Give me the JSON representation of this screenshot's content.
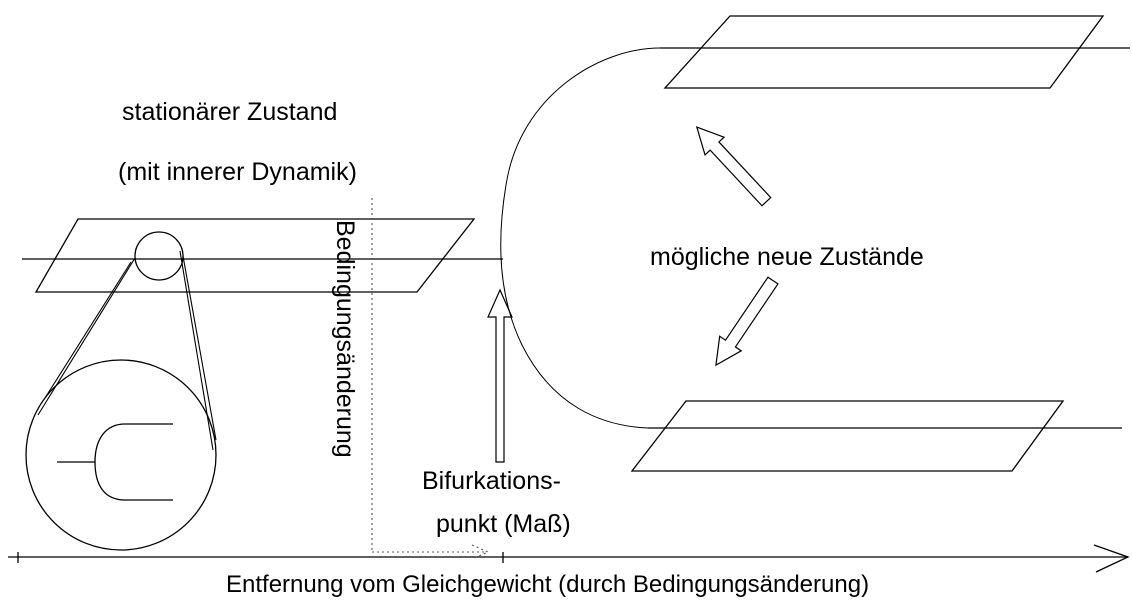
{
  "labels": {
    "stationary_state": "stationärer Zustand",
    "inner_dynamics": "(mit innerer Dynamik)",
    "condition_change": "Bedingungsänderung",
    "possible_new_states": "mögliche neue Zustände",
    "bifurcation_line1": "Bifurkations-",
    "bifurcation_line2": "punkt (Maß)",
    "axis": "Entfernung vom Gleichgewicht (durch Bedingungsänderung)"
  },
  "colors": {
    "line": "#000000",
    "background": "#ffffff",
    "dotted": "#555555"
  }
}
